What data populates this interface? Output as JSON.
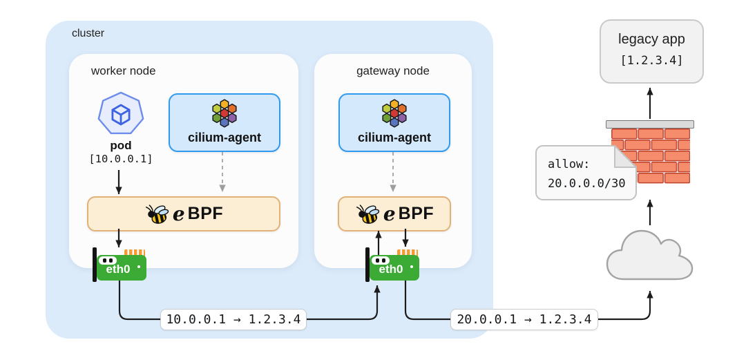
{
  "cluster": {
    "label": "cluster"
  },
  "worker": {
    "label": "worker node",
    "pod_label": "pod",
    "pod_ip": "[10.0.0.1]",
    "agent": "cilium-agent",
    "ebpf_e": "e",
    "ebpf_rest": "BPF",
    "eth": "eth0"
  },
  "gateway": {
    "label": "gateway node",
    "agent": "cilium-agent",
    "ebpf_e": "e",
    "ebpf_rest": "BPF",
    "eth": "eth0"
  },
  "flows": {
    "worker_to_gateway": "10.0.0.1 → 1.2.3.4",
    "gateway_to_external": "20.0.0.1 → 1.2.3.4"
  },
  "external": {
    "app_label": "legacy app",
    "app_ip": "[1.2.3.4]",
    "rule_line1": "allow:",
    "rule_line2": "20.0.0.0/30"
  },
  "icons": {
    "pod": "heptagon-cube-icon",
    "cilium_agent": "hex-flower-icon",
    "ebpf": "bee-icon",
    "eth0": "network-card-icon",
    "firewall": "brick-wall-icon",
    "internet": "cloud-icon",
    "rule_note": "folded-note-icon"
  },
  "colors": {
    "cluster_bg": "#DCEBFA",
    "node_bg": "#FCFCFC",
    "agent_bg": "#D5E9FC",
    "agent_border": "#2E9BF0",
    "ebpf_bg": "#FCEDD5",
    "ebpf_border": "#E2B178",
    "eth0_green": "#3BAB35",
    "pin_orange": "#F59B31",
    "brick_fill": "#F58D6D",
    "brick_border": "#C0402B",
    "line": "#1C1C1C",
    "dashed_line": "#ABABAB"
  }
}
